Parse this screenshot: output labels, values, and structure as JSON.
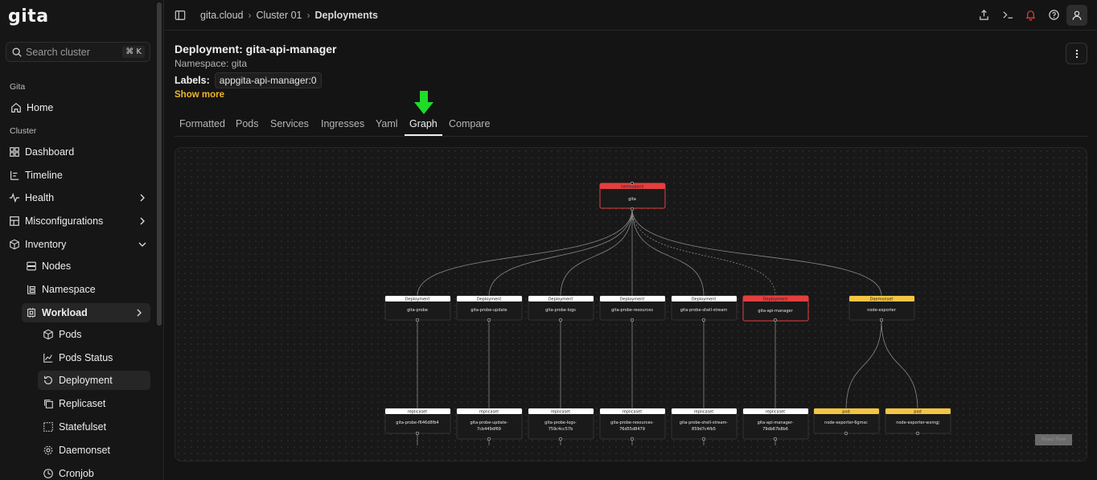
{
  "brand": {
    "name": "gita"
  },
  "search": {
    "placeholder": "Search cluster",
    "shortcut": "⌘ K"
  },
  "sidebar": {
    "group_gita": "Gita",
    "home": "Home",
    "group_cluster": "Cluster",
    "dashboard": "Dashboard",
    "timeline": "Timeline",
    "health": "Health",
    "misconfigurations": "Misconfigurations",
    "inventory": "Inventory",
    "nodes": "Nodes",
    "namespace": "Namespace",
    "workload": "Workload",
    "pods": "Pods",
    "pods_status": "Pods Status",
    "deployment": "Deployment",
    "replicaset": "Replicaset",
    "statefulset": "Statefulset",
    "daemonset": "Daemonset",
    "cronjob": "Cronjob"
  },
  "breadcrumb": {
    "root": "gita.cloud",
    "cluster": "Cluster 01",
    "current": "Deployments"
  },
  "header": {
    "title": "Deployment: gita-api-manager",
    "namespace": "Namespace: gita",
    "labels_label": "Labels:",
    "label_value": "appgita-api-manager:0",
    "show_more": "Show more"
  },
  "tabs": [
    "Formatted",
    "Pods",
    "Services",
    "Ingresses",
    "Yaml",
    "Graph",
    "Compare"
  ],
  "active_tab": "Graph",
  "colors": {
    "namespace": "#e53e3e",
    "deployment": "#ffffff",
    "selected": "#e53e3e",
    "daemonset": "#f5c542",
    "pod": "#f5c542",
    "replicaset": "#ffffff",
    "link": "#f0b429",
    "arrow": "#1ddc2a"
  },
  "graph": {
    "namespace_node": {
      "kind": "namespace",
      "name": "gita"
    },
    "deployments": [
      {
        "kind": "Deployment",
        "name": "gita-probe"
      },
      {
        "kind": "Deployment",
        "name": "gita-probe-update"
      },
      {
        "kind": "Deployment",
        "name": "gita-probe-logs"
      },
      {
        "kind": "Deployment",
        "name": "gita-probe-resources"
      },
      {
        "kind": "Deployment",
        "name": "gita-probe-shell-stream"
      },
      {
        "kind": "Deployment",
        "name": "gita-api-manager"
      }
    ],
    "daemonset": {
      "kind": "Daemonset",
      "name": "node-exporter"
    },
    "replicasets": [
      {
        "kind": "replicaset",
        "name": [
          "gita-probe-f646d8fb4"
        ]
      },
      {
        "kind": "replicaset",
        "name": [
          "gita-probe-update-",
          "7cb449df69"
        ]
      },
      {
        "kind": "replicaset",
        "name": [
          "gita-probe-logs-",
          "759c4cc57b"
        ]
      },
      {
        "kind": "replicaset",
        "name": [
          "gita-probe-resources-",
          "76d55d8479"
        ]
      },
      {
        "kind": "replicaset",
        "name": [
          "gita-probe-shell-stream-",
          "859d7c4fb5"
        ]
      },
      {
        "kind": "replicaset",
        "name": [
          "gita-api-manager-",
          "79db67b8b6"
        ]
      }
    ],
    "pods": [
      {
        "kind": "pod",
        "name": "node-exporter-6gmsc"
      },
      {
        "kind": "pod",
        "name": "node-exporter-wxmgj"
      }
    ],
    "attribution": "React Flow"
  }
}
